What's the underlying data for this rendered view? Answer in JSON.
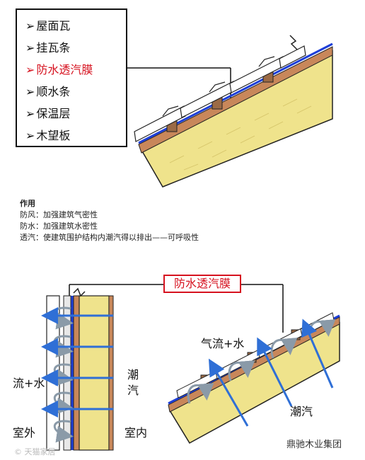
{
  "legend": {
    "items": [
      {
        "label": "屋面瓦",
        "highlight": false
      },
      {
        "label": "挂瓦条",
        "highlight": false
      },
      {
        "label": "防水透汽膜",
        "highlight": true
      },
      {
        "label": "顺水条",
        "highlight": false
      },
      {
        "label": "保温层",
        "highlight": false
      },
      {
        "label": "木望板",
        "highlight": false
      }
    ],
    "arrow": "➢"
  },
  "notes": {
    "heading": "作用",
    "lines": [
      "防风：加强建筑气密性",
      "防水：加强建筑水密性",
      "透汽：使建筑围护结构内潮汽得以排出——可呼吸性"
    ]
  },
  "bottom": {
    "badge": "防水透汽膜",
    "wall_labels": {
      "air_water": "流+水",
      "moisture_1": "潮",
      "moisture_2": "汽",
      "outside": "室外",
      "inside": "室内"
    },
    "roof_labels": {
      "air_water": "气流+水",
      "moisture": "潮汽"
    }
  },
  "watermark_left": "© 天猫家居",
  "watermark_right": "鼎驰木业集团",
  "colors": {
    "membrane": "#1e3fd8",
    "insulation": "#f0e68c",
    "wood": "#c8875a",
    "arrow_blue": "#2f6fd6",
    "accent_red": "#d6121f"
  }
}
